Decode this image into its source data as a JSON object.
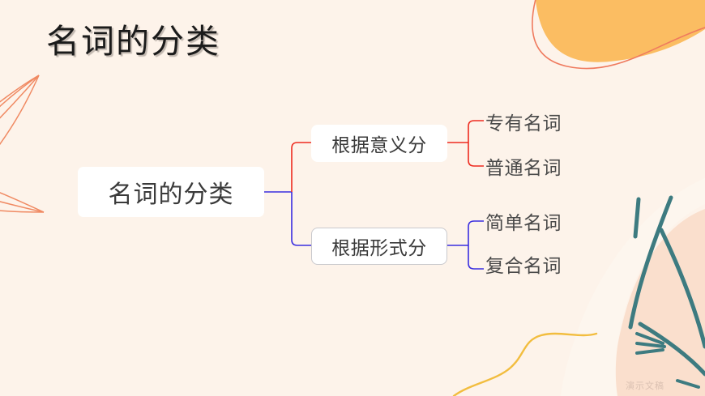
{
  "slide": {
    "title": "名词的分类",
    "background_color": "#fdf3ea",
    "watermark": "演示文稿"
  },
  "mindmap": {
    "root": {
      "label": "名词的分类",
      "box_fill": "#ffffff"
    },
    "branches": [
      {
        "label": "根据意义分",
        "connector_color": "#ee2b1f",
        "children": [
          {
            "label": "专有名词"
          },
          {
            "label": "普通名词"
          }
        ]
      },
      {
        "label": "根据形式分",
        "connector_color": "#3a2ee0",
        "children": [
          {
            "label": "简单名词"
          },
          {
            "label": "复合名词"
          }
        ]
      }
    ]
  },
  "decorations": {
    "orange_blob_color": "#fbbd62",
    "coral_line_color": "#ef7a5e",
    "pink_blob_color": "#fadfcd",
    "teal_stem_color": "#3d7b80",
    "yellow_line_color": "#f2bd3f",
    "cream_blob_color": "#fdf6ee"
  },
  "chart_data": {
    "type": "tree",
    "title": "名词的分类",
    "root": "名词的分类",
    "nodes": [
      {
        "level": 1,
        "label": "根据意义分",
        "parent": "名词的分类",
        "color": "#ee2b1f"
      },
      {
        "level": 2,
        "label": "专有名词",
        "parent": "根据意义分",
        "color": "#ee2b1f"
      },
      {
        "level": 2,
        "label": "普通名词",
        "parent": "根据意义分",
        "color": "#ee2b1f"
      },
      {
        "level": 1,
        "label": "根据形式分",
        "parent": "名词的分类",
        "color": "#3a2ee0"
      },
      {
        "level": 2,
        "label": "简单名词",
        "parent": "根据形式分",
        "color": "#3a2ee0"
      },
      {
        "level": 2,
        "label": "复合名词",
        "parent": "根据形式分",
        "color": "#3a2ee0"
      }
    ]
  }
}
